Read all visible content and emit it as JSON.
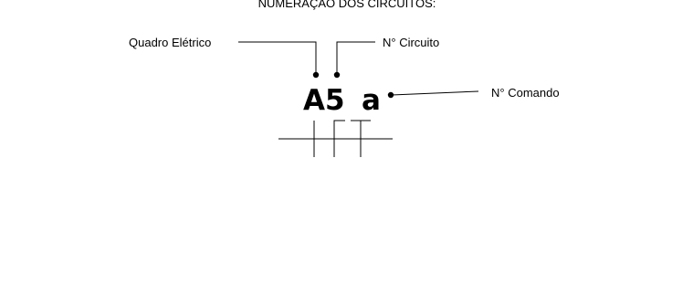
{
  "diagram": {
    "title": "NUMERAÇÃO DOS CIRCUITOS:",
    "labels": {
      "panel": "Quadro Elétrico",
      "circuit_number": "N° Circuito",
      "command_number": "N° Comando"
    },
    "code": {
      "panel": "A",
      "circuit": "5",
      "command": "a"
    }
  }
}
